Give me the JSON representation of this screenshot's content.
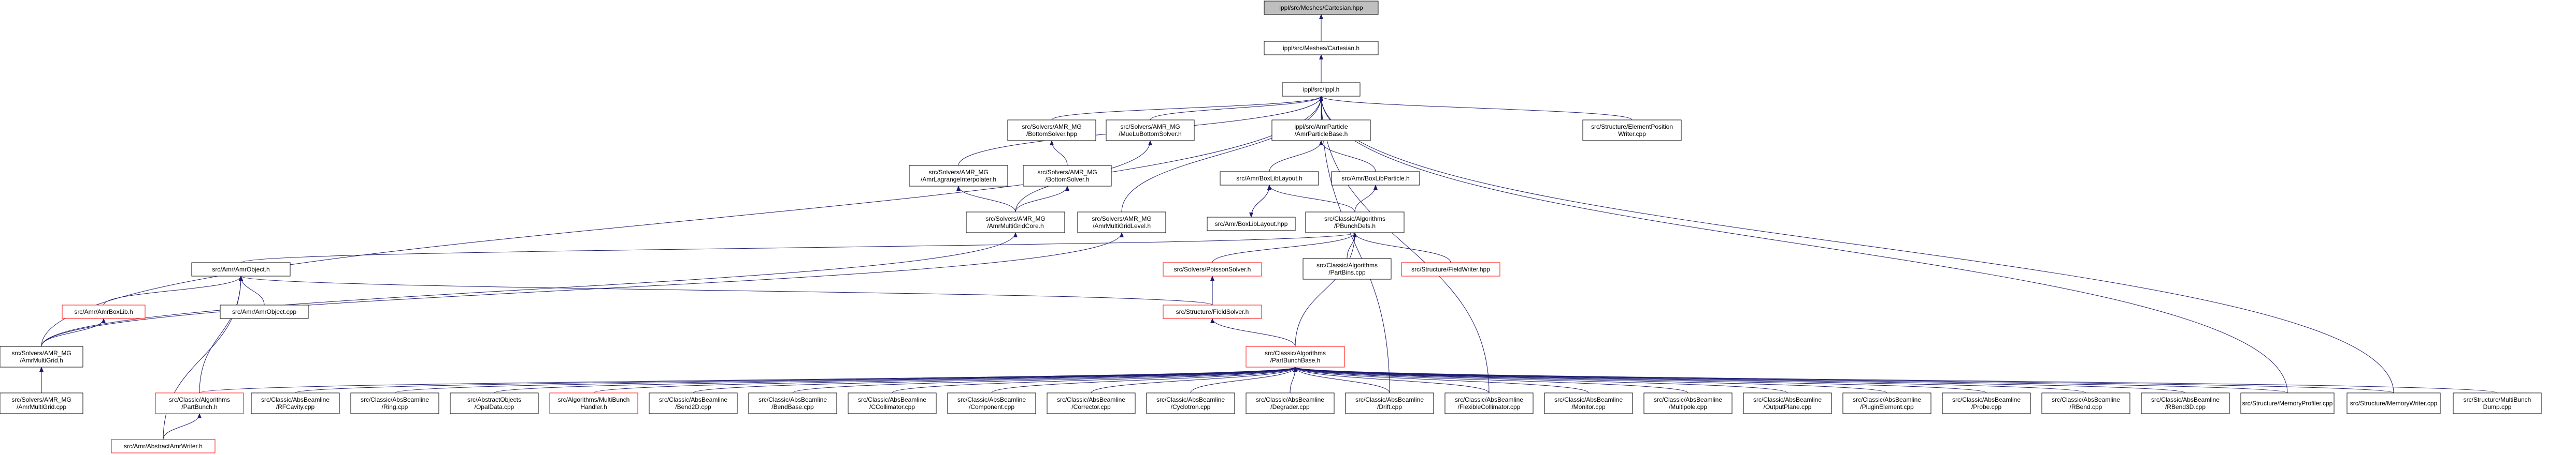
{
  "colors": {
    "edge": "#191970",
    "node_border": "#000000",
    "node_border_highlight": "#ff0000",
    "root_fill": "#bfbfbf",
    "node_fill": "#ffffff"
  },
  "nodes": [
    {
      "id": "n0",
      "lines": [
        "ippl/src/Meshes/Cartesian.hpp"
      ],
      "root": true
    },
    {
      "id": "n1",
      "lines": [
        "ippl/src/Meshes/Cartesian.h"
      ]
    },
    {
      "id": "n2",
      "lines": [
        "ippl/src/Ippl.h"
      ]
    },
    {
      "id": "n3",
      "lines": [
        "src/Solvers/AMR_MG",
        "/BottomSolver.hpp"
      ]
    },
    {
      "id": "n4",
      "lines": [
        "src/Solvers/AMR_MG",
        "/MueLuBottomSolver.h"
      ]
    },
    {
      "id": "n5",
      "lines": [
        "ippl/src/AmrParticle",
        "/AmrParticleBase.h"
      ]
    },
    {
      "id": "n6",
      "lines": [
        "src/Structure/ElementPosition",
        "Writer.cpp"
      ]
    },
    {
      "id": "n7",
      "lines": [
        "src/Solvers/AMR_MG",
        "/AmrLagrangeInterpolater.h"
      ]
    },
    {
      "id": "n8",
      "lines": [
        "src/Solvers/AMR_MG",
        "/BottomSolver.h"
      ]
    },
    {
      "id": "n9",
      "lines": [
        "src/Amr/BoxLibLayout.h"
      ]
    },
    {
      "id": "n10",
      "lines": [
        "src/Amr/BoxLibParticle.h"
      ]
    },
    {
      "id": "n11",
      "lines": [
        "src/Solvers/AMR_MG",
        "/AmrMultiGridCore.h"
      ]
    },
    {
      "id": "n12",
      "lines": [
        "src/Amr/BoxLibLayout.hpp"
      ]
    },
    {
      "id": "n13",
      "lines": [
        "src/Solvers/AMR_MG",
        "/AmrMultiGridLevel.h"
      ]
    },
    {
      "id": "n14",
      "lines": [
        "src/Classic/Algorithms",
        "/PBunchDefs.h"
      ]
    },
    {
      "id": "n15",
      "lines": [
        "src/Amr/AmrObject.h"
      ]
    },
    {
      "id": "n16",
      "lines": [
        "src/Solvers/PoissonSolver.h"
      ],
      "hl": true
    },
    {
      "id": "n17",
      "lines": [
        "src/Classic/Algorithms",
        "/PartBins.cpp"
      ]
    },
    {
      "id": "n18",
      "lines": [
        "src/Structure/FieldWriter.hpp"
      ],
      "hl": true
    },
    {
      "id": "n19",
      "lines": [
        "src/Amr/AmrBoxLib.h"
      ],
      "hl": true
    },
    {
      "id": "n20",
      "lines": [
        "src/Amr/AmrObject.cpp"
      ]
    },
    {
      "id": "n21",
      "lines": [
        "src/Structure/FieldSolver.h"
      ],
      "hl": true
    },
    {
      "id": "n22",
      "lines": [
        "src/Solvers/AMR_MG",
        "/AmrMultiGrid.h"
      ]
    },
    {
      "id": "n23",
      "lines": [
        "src/Classic/Algorithms",
        "/PartBunchBase.h"
      ],
      "hl": true
    },
    {
      "id": "n24",
      "lines": [
        "src/Solvers/AMR_MG",
        "/AmrMultiGrid.cpp"
      ]
    },
    {
      "id": "n25",
      "lines": [
        "src/Classic/Algorithms",
        "/PartBunch.h"
      ],
      "hl": true
    },
    {
      "id": "n26",
      "lines": [
        "src/Amr/AbstractAmrWriter.h"
      ],
      "hl": true
    },
    {
      "id": "b0",
      "lines": [
        "src/Classic/AbsBeamline",
        "/RFCavity.cpp"
      ]
    },
    {
      "id": "b1",
      "lines": [
        "src/Classic/AbsBeamline",
        "/Ring.cpp"
      ]
    },
    {
      "id": "b2",
      "lines": [
        "src/AbstractObjects",
        "/OpalData.cpp"
      ]
    },
    {
      "id": "b3",
      "lines": [
        "src/Algorithms/MultiBunch",
        "Handler.h"
      ],
      "hl": true
    },
    {
      "id": "b4",
      "lines": [
        "src/Classic/AbsBeamline",
        "/Bend2D.cpp"
      ]
    },
    {
      "id": "b5",
      "lines": [
        "src/Classic/AbsBeamline",
        "/BendBase.cpp"
      ]
    },
    {
      "id": "b6",
      "lines": [
        "src/Classic/AbsBeamline",
        "/CCollimator.cpp"
      ]
    },
    {
      "id": "b7",
      "lines": [
        "src/Classic/AbsBeamline",
        "/Component.cpp"
      ]
    },
    {
      "id": "b8",
      "lines": [
        "src/Classic/AbsBeamline",
        "/Corrector.cpp"
      ]
    },
    {
      "id": "b9",
      "lines": [
        "src/Classic/AbsBeamline",
        "/Cyclotron.cpp"
      ]
    },
    {
      "id": "b10",
      "lines": [
        "src/Classic/AbsBeamline",
        "/Degrader.cpp"
      ]
    },
    {
      "id": "b11",
      "lines": [
        "src/Classic/AbsBeamline",
        "/Drift.cpp"
      ]
    },
    {
      "id": "b12",
      "lines": [
        "src/Classic/AbsBeamline",
        "/FlexibleCollimator.cpp"
      ]
    },
    {
      "id": "b13",
      "lines": [
        "src/Classic/AbsBeamline",
        "/Monitor.cpp"
      ]
    },
    {
      "id": "b14",
      "lines": [
        "src/Classic/AbsBeamline",
        "/Multipole.cpp"
      ]
    },
    {
      "id": "b15",
      "lines": [
        "src/Classic/AbsBeamline",
        "/OutputPlane.cpp"
      ]
    },
    {
      "id": "b16",
      "lines": [
        "src/Classic/AbsBeamline",
        "/PluginElement.cpp"
      ]
    },
    {
      "id": "b17",
      "lines": [
        "src/Classic/AbsBeamline",
        "/Probe.cpp"
      ]
    },
    {
      "id": "b18",
      "lines": [
        "src/Classic/AbsBeamline",
        "/RBend.cpp"
      ]
    },
    {
      "id": "b19",
      "lines": [
        "src/Classic/AbsBeamline",
        "/RBend3D.cpp"
      ]
    },
    {
      "id": "b20",
      "lines": [
        "src/Structure/MemoryProfiler.cpp"
      ]
    },
    {
      "id": "b21",
      "lines": [
        "src/Structure/MemoryWriter.cpp"
      ]
    },
    {
      "id": "b22",
      "lines": [
        "src/Structure/MultiBunch",
        "Dump.cpp"
      ]
    }
  ],
  "edges": [
    [
      "n1",
      "n0"
    ],
    [
      "n2",
      "n1"
    ],
    [
      "n3",
      "n2"
    ],
    [
      "n4",
      "n2"
    ],
    [
      "n5",
      "n2"
    ],
    [
      "n6",
      "n2"
    ],
    [
      "n7",
      "n2"
    ],
    [
      "n13",
      "n2"
    ],
    [
      "n22",
      "n2"
    ],
    [
      "b11",
      "n2"
    ],
    [
      "b12",
      "n2"
    ],
    [
      "b20",
      "n2"
    ],
    [
      "b21",
      "n2"
    ],
    [
      "n8",
      "n3"
    ],
    [
      "n11",
      "n4"
    ],
    [
      "n9",
      "n5"
    ],
    [
      "n10",
      "n5"
    ],
    [
      "n11",
      "n7"
    ],
    [
      "n11",
      "n8"
    ],
    [
      "n12",
      "n9"
    ],
    [
      "n9",
      "n12"
    ],
    [
      "n14",
      "n9"
    ],
    [
      "n14",
      "n10"
    ],
    [
      "n22",
      "n11"
    ],
    [
      "n22",
      "n13"
    ],
    [
      "n15",
      "n14"
    ],
    [
      "n16",
      "n14"
    ],
    [
      "n17",
      "n14"
    ],
    [
      "n18",
      "n14"
    ],
    [
      "n23",
      "n14"
    ],
    [
      "n19",
      "n15"
    ],
    [
      "n20",
      "n15"
    ],
    [
      "n21",
      "n15"
    ],
    [
      "n25",
      "n15"
    ],
    [
      "n26",
      "n15"
    ],
    [
      "n21",
      "n16"
    ],
    [
      "n22",
      "n19"
    ],
    [
      "n23",
      "n21"
    ],
    [
      "n24",
      "n22"
    ],
    [
      "n25",
      "n23"
    ],
    [
      "n26",
      "n25"
    ],
    [
      "b0",
      "n23"
    ],
    [
      "b1",
      "n23"
    ],
    [
      "b2",
      "n23"
    ],
    [
      "b3",
      "n23"
    ],
    [
      "b4",
      "n23"
    ],
    [
      "b5",
      "n23"
    ],
    [
      "b6",
      "n23"
    ],
    [
      "b7",
      "n23"
    ],
    [
      "b8",
      "n23"
    ],
    [
      "b9",
      "n23"
    ],
    [
      "b10",
      "n23"
    ],
    [
      "b11",
      "n23"
    ],
    [
      "b12",
      "n23"
    ],
    [
      "b13",
      "n23"
    ],
    [
      "b14",
      "n23"
    ],
    [
      "b15",
      "n23"
    ],
    [
      "b16",
      "n23"
    ],
    [
      "b17",
      "n23"
    ],
    [
      "b18",
      "n23"
    ],
    [
      "b19",
      "n23"
    ],
    [
      "b20",
      "n23"
    ],
    [
      "b21",
      "n23"
    ],
    [
      "b22",
      "n23"
    ]
  ]
}
